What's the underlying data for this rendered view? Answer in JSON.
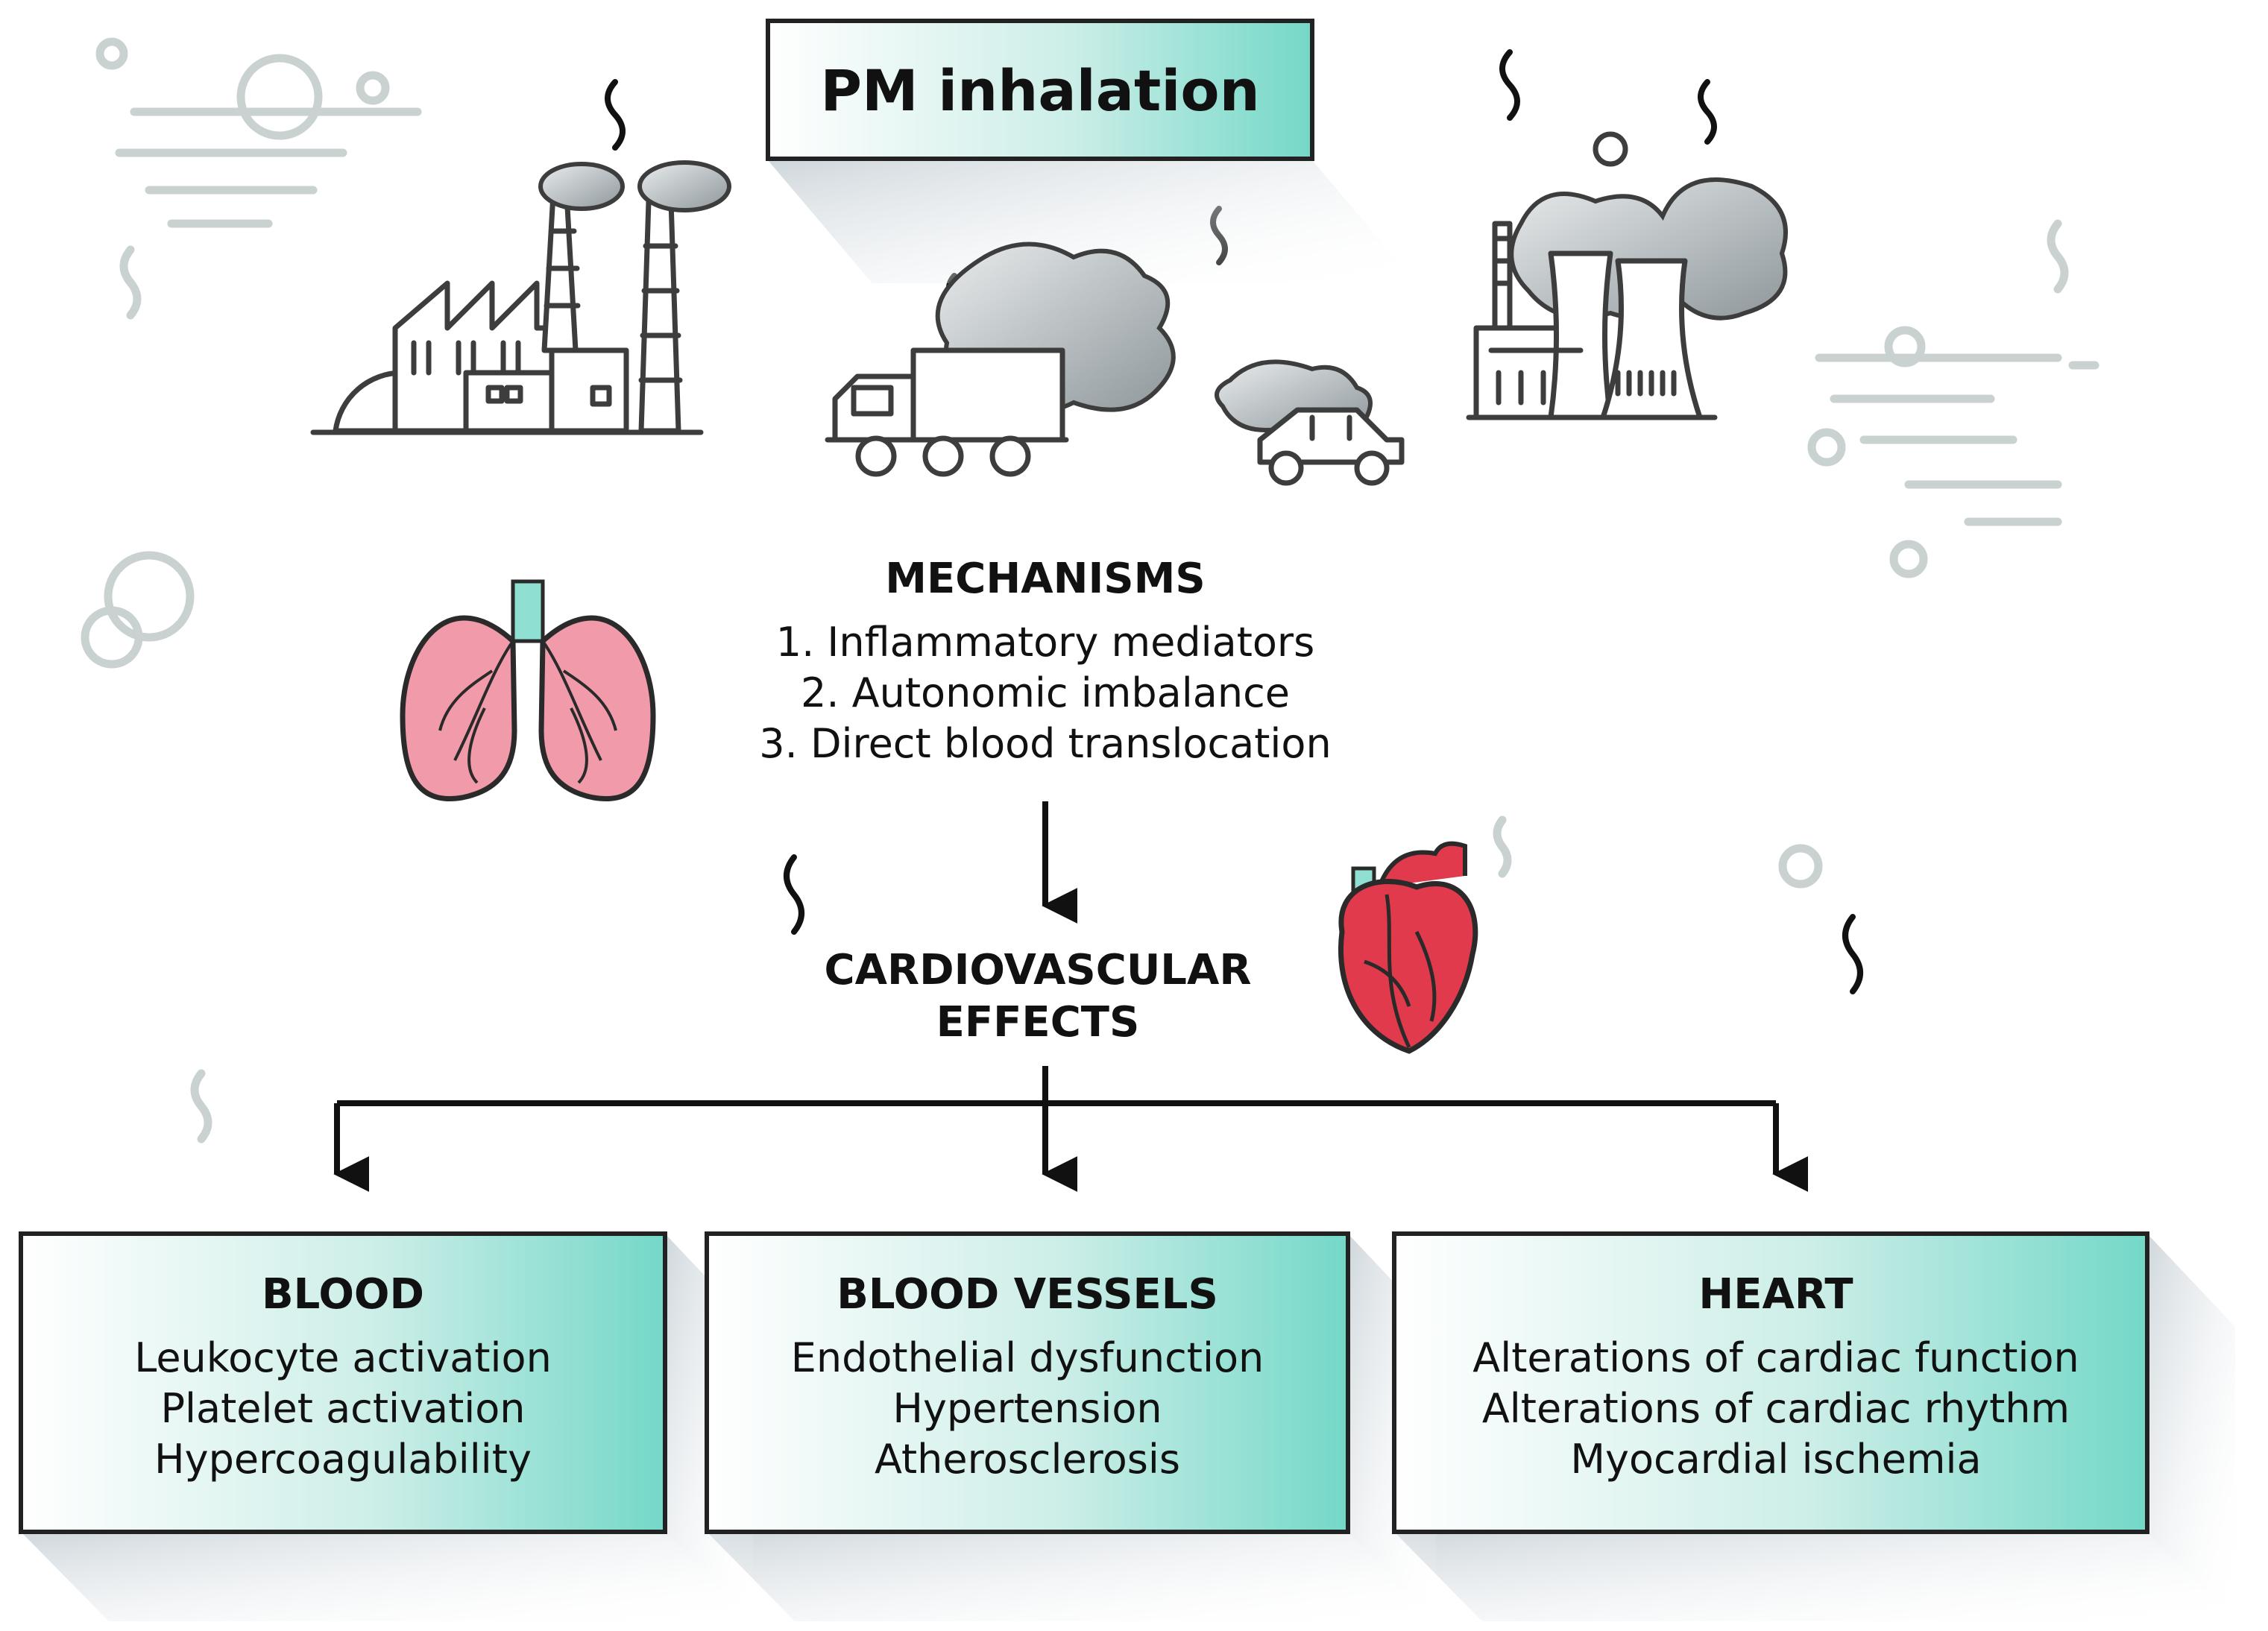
{
  "title_box": {
    "text": "PM inhalation"
  },
  "mechanisms": {
    "heading": "MECHANISMS",
    "items": [
      "1. Inflammatory mediators",
      "2. Autonomic imbalance",
      "3. Direct blood translocation"
    ]
  },
  "effects": {
    "line1": "CARDIOVASCULAR",
    "line2": "EFFECTS"
  },
  "boxes": [
    {
      "heading": "BLOOD",
      "items": [
        "Leukocyte activation",
        "Platelet activation",
        "Hypercoagulability"
      ]
    },
    {
      "heading": "BLOOD VESSELS",
      "items": [
        "Endothelial dysfunction",
        "Hypertension",
        "Atherosclerosis"
      ]
    },
    {
      "heading": "HEART",
      "items": [
        "Alterations of cardiac function",
        "Alterations of cardiac rhythm",
        "Myocardial ischemia"
      ]
    }
  ],
  "icons": [
    "factory-icon",
    "truck-icon",
    "car-icon",
    "power-plant-icon",
    "lungs-icon",
    "heart-icon"
  ],
  "colors": {
    "box_fill": "#e8f7f4",
    "box_accent": "#6fd6c6",
    "lungs": "#e8788d",
    "heart": "#e03a4c",
    "decor": "#c9d2d0"
  }
}
